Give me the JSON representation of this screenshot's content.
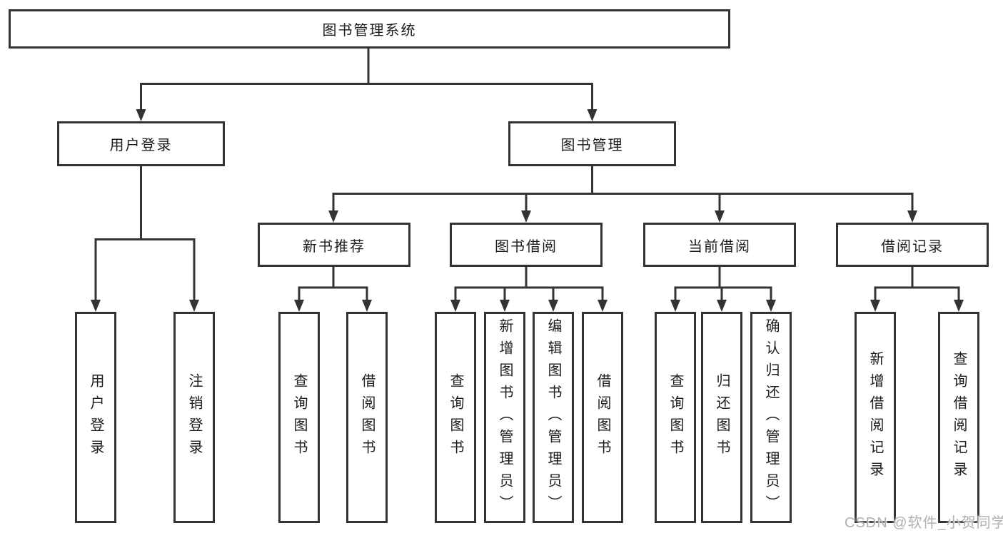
{
  "diagram_title": "图书管理系统",
  "tree": {
    "label": "图书管理系统",
    "children": [
      {
        "label": "用户登录",
        "children": [
          {
            "label": "用户登录"
          },
          {
            "label": "注销登录"
          }
        ]
      },
      {
        "label": "图书管理",
        "children": [
          {
            "label": "新书推荐",
            "children": [
              {
                "label": "查询图书"
              },
              {
                "label": "借阅图书"
              }
            ]
          },
          {
            "label": "图书借阅",
            "children": [
              {
                "label": "查询图书"
              },
              {
                "label": "新增图书（管理员）"
              },
              {
                "label": "编辑图书（管理员）"
              },
              {
                "label": "借阅图书"
              }
            ]
          },
          {
            "label": "当前借阅",
            "children": [
              {
                "label": "查询图书"
              },
              {
                "label": "归还图书"
              },
              {
                "label": "确认归还（管理员）"
              }
            ]
          },
          {
            "label": "借阅记录",
            "children": [
              {
                "label": "新增借阅记录"
              },
              {
                "label": "查询借阅记录"
              }
            ]
          }
        ]
      }
    ]
  },
  "watermark": {
    "text": "CSDN @软件_小贺同学"
  },
  "colors": {
    "line": "#333333",
    "box_border": "#333333",
    "text": "#1d1d1d",
    "watermark": "#b0b0b0",
    "background": "#ffffff"
  }
}
